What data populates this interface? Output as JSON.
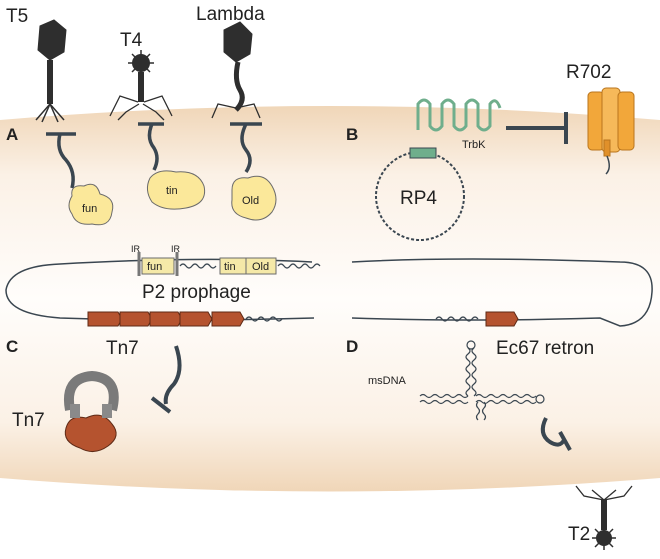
{
  "phages": {
    "t5": "T5",
    "t4": "T4",
    "lambda": "Lambda",
    "t2": "T2"
  },
  "panels": {
    "a": "A",
    "b": "B",
    "c": "C",
    "d": "D"
  },
  "proteins": {
    "fun": "fun",
    "tin": "tin",
    "old": "Old",
    "trbk": "TrbK",
    "r702": "R702",
    "tn7": "Tn7"
  },
  "plasmid": "RP4",
  "prophage": {
    "label": "P2 prophage",
    "ir_left": "IR",
    "ir_right": "IR",
    "gene_fun": "fun",
    "gene_tin": "tin",
    "gene_old": "Old"
  },
  "tn7_element": "Tn7",
  "retron": "Ec67 retron",
  "msdna": "msDNA",
  "colors": {
    "cell_edge": "#f3dfc6",
    "cell_center": "#fdf6ef",
    "gene_yellow": "#f5e9a8",
    "protein_yellow": "#fbe89a",
    "trbk_green": "#6fae8c",
    "r702_orange": "#f2a73a",
    "tn7_brown": "#b5532f",
    "dark_slate": "#3a4650"
  }
}
